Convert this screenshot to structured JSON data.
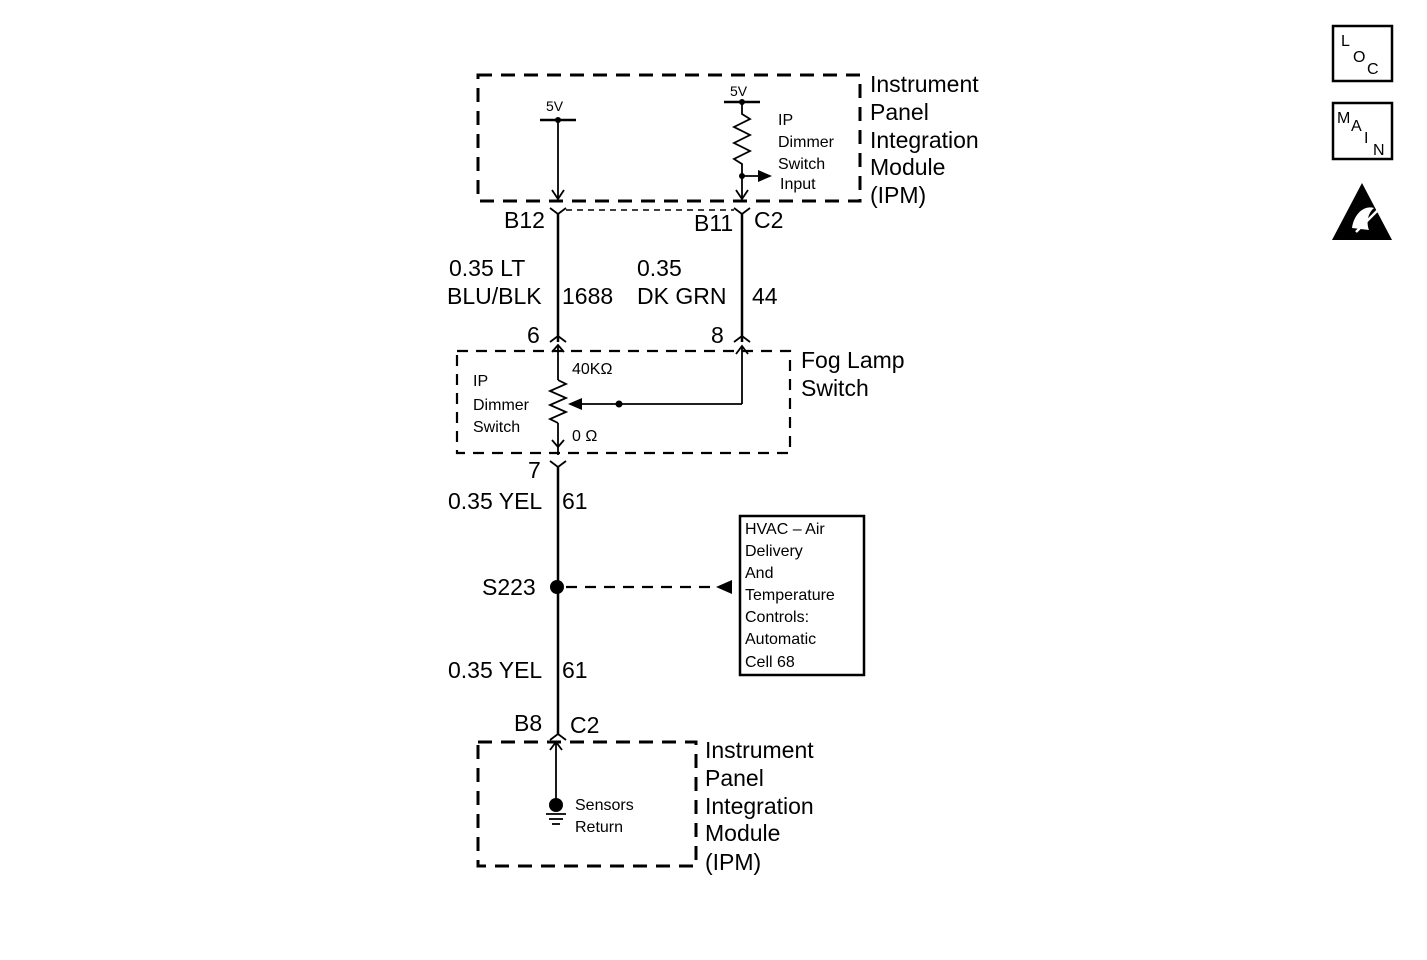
{
  "ipm_top": {
    "title_lines": [
      "Instrument",
      "Panel",
      "Integration",
      "Module",
      "(IPM)"
    ],
    "supply_left": "5V",
    "supply_right": "5V",
    "input_label_lines": [
      "IP",
      "Dimmer",
      "Switch",
      "Input"
    ],
    "pin_left": "B12",
    "pin_right": "B11",
    "connector": "C2"
  },
  "wire_left": {
    "gauge_color_lines": [
      "0.35 LT",
      "BLU/BLK"
    ],
    "circuit": "1688"
  },
  "wire_right": {
    "gauge_color_lines": [
      "0.35",
      "DK GRN"
    ],
    "circuit": "44"
  },
  "fog_lamp_switch": {
    "title_lines": [
      "Fog Lamp",
      "Switch"
    ],
    "pin_top_left": "6",
    "pin_top_right": "8",
    "pin_bottom": "7",
    "dimmer_label_lines": [
      "IP",
      "Dimmer",
      "Switch"
    ],
    "resistance_max": "40KΩ",
    "resistance_min": "0 Ω"
  },
  "wire_yel_1": {
    "gauge_color": "0.35 YEL",
    "circuit": "61"
  },
  "splice": {
    "label": "S223"
  },
  "reference_box": {
    "lines": [
      "HVAC – Air",
      "Delivery",
      "And",
      "Temperature",
      "Controls:",
      "Automatic",
      "Cell 68"
    ]
  },
  "wire_yel_2": {
    "gauge_color": "0.35 YEL",
    "circuit": "61"
  },
  "ipm_bottom": {
    "title_lines": [
      "Instrument",
      "Panel",
      "Integration",
      "Module",
      "(IPM)"
    ],
    "pin": "B8",
    "connector": "C2",
    "ground_label_lines": [
      "Sensors",
      "Return"
    ]
  },
  "side_icons": {
    "loc": [
      "L",
      "O",
      "C"
    ],
    "main": [
      "M",
      "A",
      "I",
      "N"
    ],
    "esd_icon": "esd-warning-icon"
  }
}
